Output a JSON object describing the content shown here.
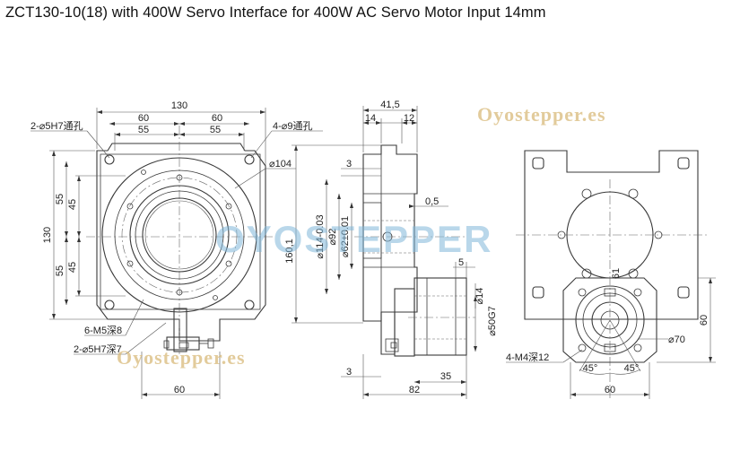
{
  "title": "ZCT130-10(18) with 400W Servo Interface for 400W AC Servo Motor Input 14mm",
  "watermarks": {
    "brand_site_top": "Oyostepper.es",
    "brand_center": "OYOSTEPPER",
    "brand_site_bottom": "Oyostepper.es"
  },
  "front_view": {
    "dim_width": "130",
    "dim_half_left": "60",
    "dim_half_right": "60",
    "dim_inner_left": "55",
    "dim_inner_right": "55",
    "dim_height": "130",
    "dim_upper_55": "55",
    "dim_upper_45": "45",
    "dim_lower_55": "55",
    "dim_lower_45": "45",
    "dim_bottom_60": "60",
    "label_pin_holes": "2-⌀5H7通孔",
    "label_through_holes": "4-⌀9通孔",
    "label_pcd": "⌀104",
    "label_m5": "6-M5深8",
    "label_pin_depth": "2-⌀5H7深7"
  },
  "side_view": {
    "dim_415": "41,5",
    "dim_14": "14",
    "dim_12": "12",
    "dim_3_top": "3",
    "dim_05": "0,5",
    "dim_1601": "160,1",
    "dim_114": "⌀114-0.03",
    "dim_92": "⌀92",
    "dim_62": "⌀62±0.01",
    "dim_5": "5",
    "dim_14_shaft": "⌀14",
    "dim_50": "⌀50G7",
    "dim_3_bottom": "3",
    "dim_35": "35",
    "dim_82": "82"
  },
  "rear_view": {
    "dim_60_height": "60",
    "dim_70": "⌀70",
    "dim_61": "61",
    "label_m4": "4-M4深12",
    "angle_left": "45°",
    "angle_right": "45°",
    "dim_60_bottom": "60"
  }
}
